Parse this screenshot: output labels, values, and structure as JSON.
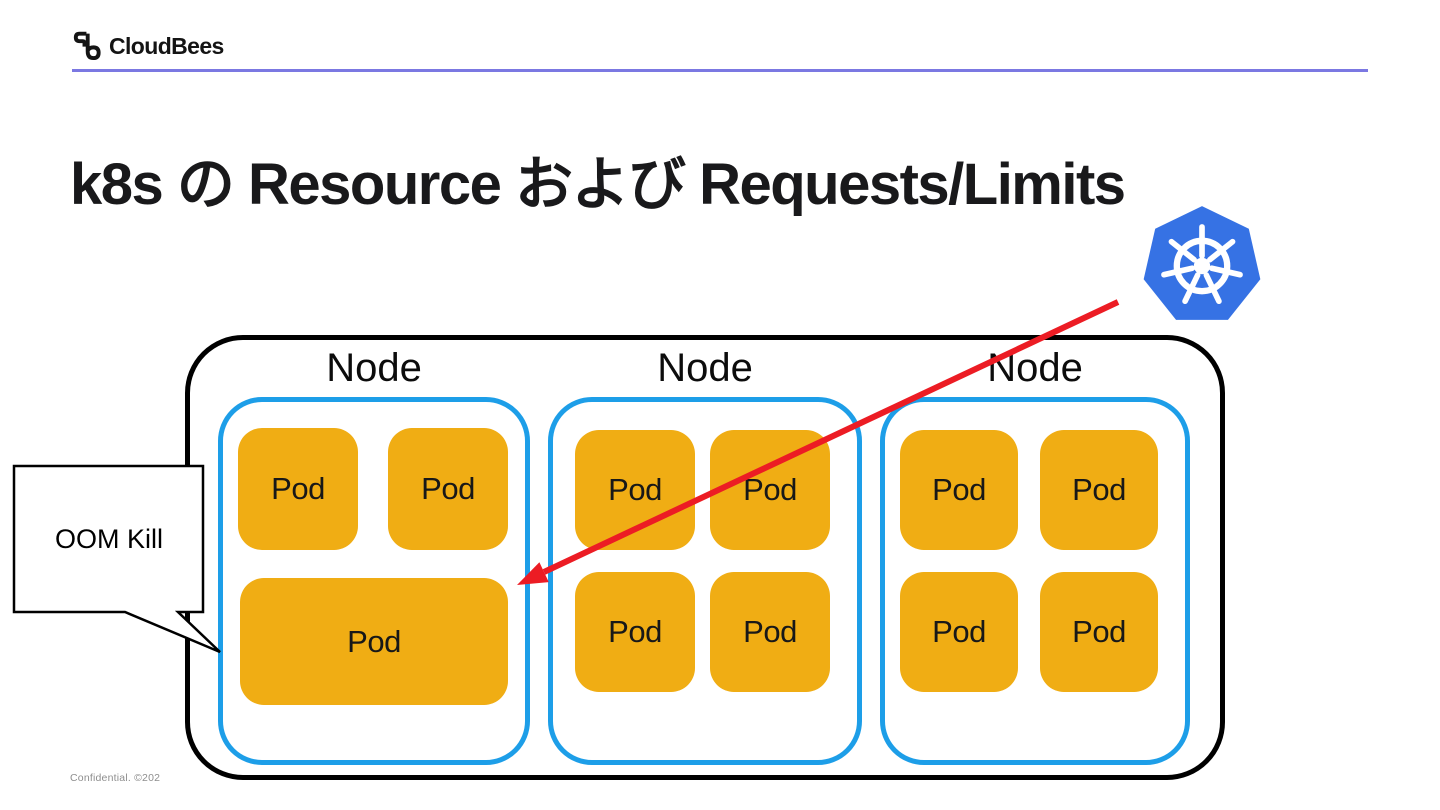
{
  "brand": {
    "name": "CloudBees"
  },
  "title": "k8s の Resource および Requests/Limits",
  "footer": {
    "text": "Confidential. ©202"
  },
  "colors": {
    "accent_rule": "#7b78e2",
    "node_border": "#1d9ee8",
    "pod_fill": "#f0ad14",
    "arrow": "#ec1c24",
    "k8s_blue": "#3672e4"
  },
  "icons": {
    "brand_mark": "cloudbees-monogram",
    "cluster_logo": "kubernetes-helm-wheel"
  },
  "diagram": {
    "callout": {
      "text": "OOM Kill"
    },
    "nodes": [
      {
        "label": "Node",
        "pods": [
          {
            "label": "Pod"
          },
          {
            "label": "Pod"
          },
          {
            "label": "Pod",
            "wide": true
          }
        ]
      },
      {
        "label": "Node",
        "pods": [
          {
            "label": "Pod"
          },
          {
            "label": "Pod"
          },
          {
            "label": "Pod"
          },
          {
            "label": "Pod"
          }
        ]
      },
      {
        "label": "Node",
        "pods": [
          {
            "label": "Pod"
          },
          {
            "label": "Pod"
          },
          {
            "label": "Pod"
          },
          {
            "label": "Pod"
          }
        ]
      }
    ]
  }
}
